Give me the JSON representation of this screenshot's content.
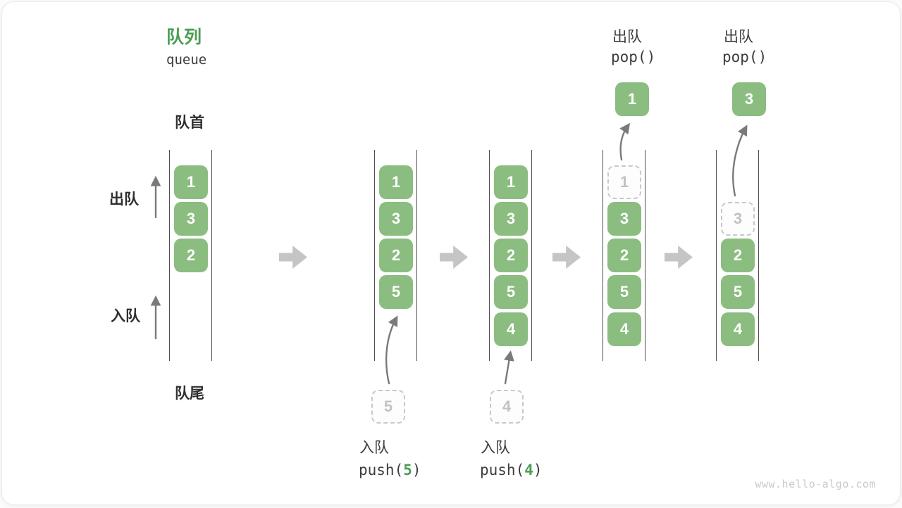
{
  "header": {
    "title_zh": "队列",
    "title_en": "queue"
  },
  "side_labels": {
    "front": "队首",
    "rear": "队尾",
    "dequeue": "出队",
    "enqueue": "入队"
  },
  "operations": {
    "push5": {
      "label": "入队",
      "fn_pre": "push(",
      "fn_arg": "5",
      "fn_post": ")"
    },
    "push4": {
      "label": "入队",
      "fn_pre": "push(",
      "fn_arg": "4",
      "fn_post": ")"
    },
    "pop1": {
      "label": "出队",
      "fn": "pop()"
    },
    "pop2": {
      "label": "出队",
      "fn": "pop()"
    }
  },
  "states": {
    "s1": {
      "slots": [
        "1",
        "3",
        "2"
      ]
    },
    "s2": {
      "slots": [
        "1",
        "3",
        "2",
        "5"
      ],
      "incoming": "5"
    },
    "s3": {
      "slots": [
        "1",
        "3",
        "2",
        "5",
        "4"
      ],
      "incoming": "4"
    },
    "s4": {
      "ghost": "1",
      "slots": [
        "3",
        "2",
        "5",
        "4"
      ],
      "popped": "1"
    },
    "s5": {
      "ghost": "3",
      "slots": [
        "2",
        "5",
        "4"
      ],
      "popped": "3"
    }
  },
  "watermark": "www.hello-algo.com",
  "colors": {
    "item_green": "#8bbd80",
    "title_green": "#4b9e53",
    "curve_arrow_gray": "#7a7a7a",
    "transition_arrow_gray": "#c5c5c5",
    "ghost_border_gray": "#c9c9c9",
    "ghost_text_gray": "#c2c2c2",
    "channel_line_gray": "#4f4f4f",
    "text_dark": "#3c3c3c",
    "watermark_gray": "#c9c9c9"
  }
}
